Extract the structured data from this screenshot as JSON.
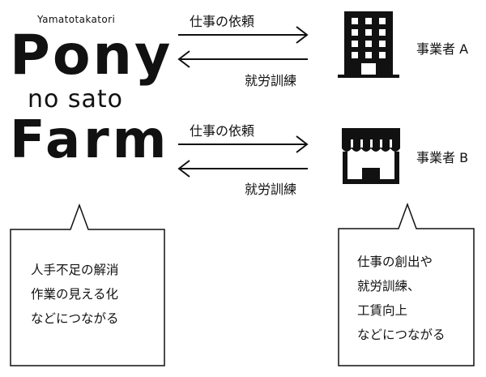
{
  "logo": {
    "subtitle": "Yamatotakatori",
    "line1": "Pony",
    "line2": "no sato",
    "line3": "Farm"
  },
  "flows": [
    {
      "top_label": "仕事の依頼",
      "bottom_label": "就労訓練",
      "business": "事業者 A",
      "icon": "office-building-icon"
    },
    {
      "top_label": "仕事の依頼",
      "bottom_label": "就労訓練",
      "business": "事業者 B",
      "icon": "shop-storefront-icon"
    }
  ],
  "bubbles": {
    "left": [
      "人手不足の解消",
      "作業の見える化",
      "などにつながる"
    ],
    "right": [
      "仕事の創出や",
      "就労訓練、",
      "工賃向上",
      "などにつながる"
    ]
  }
}
